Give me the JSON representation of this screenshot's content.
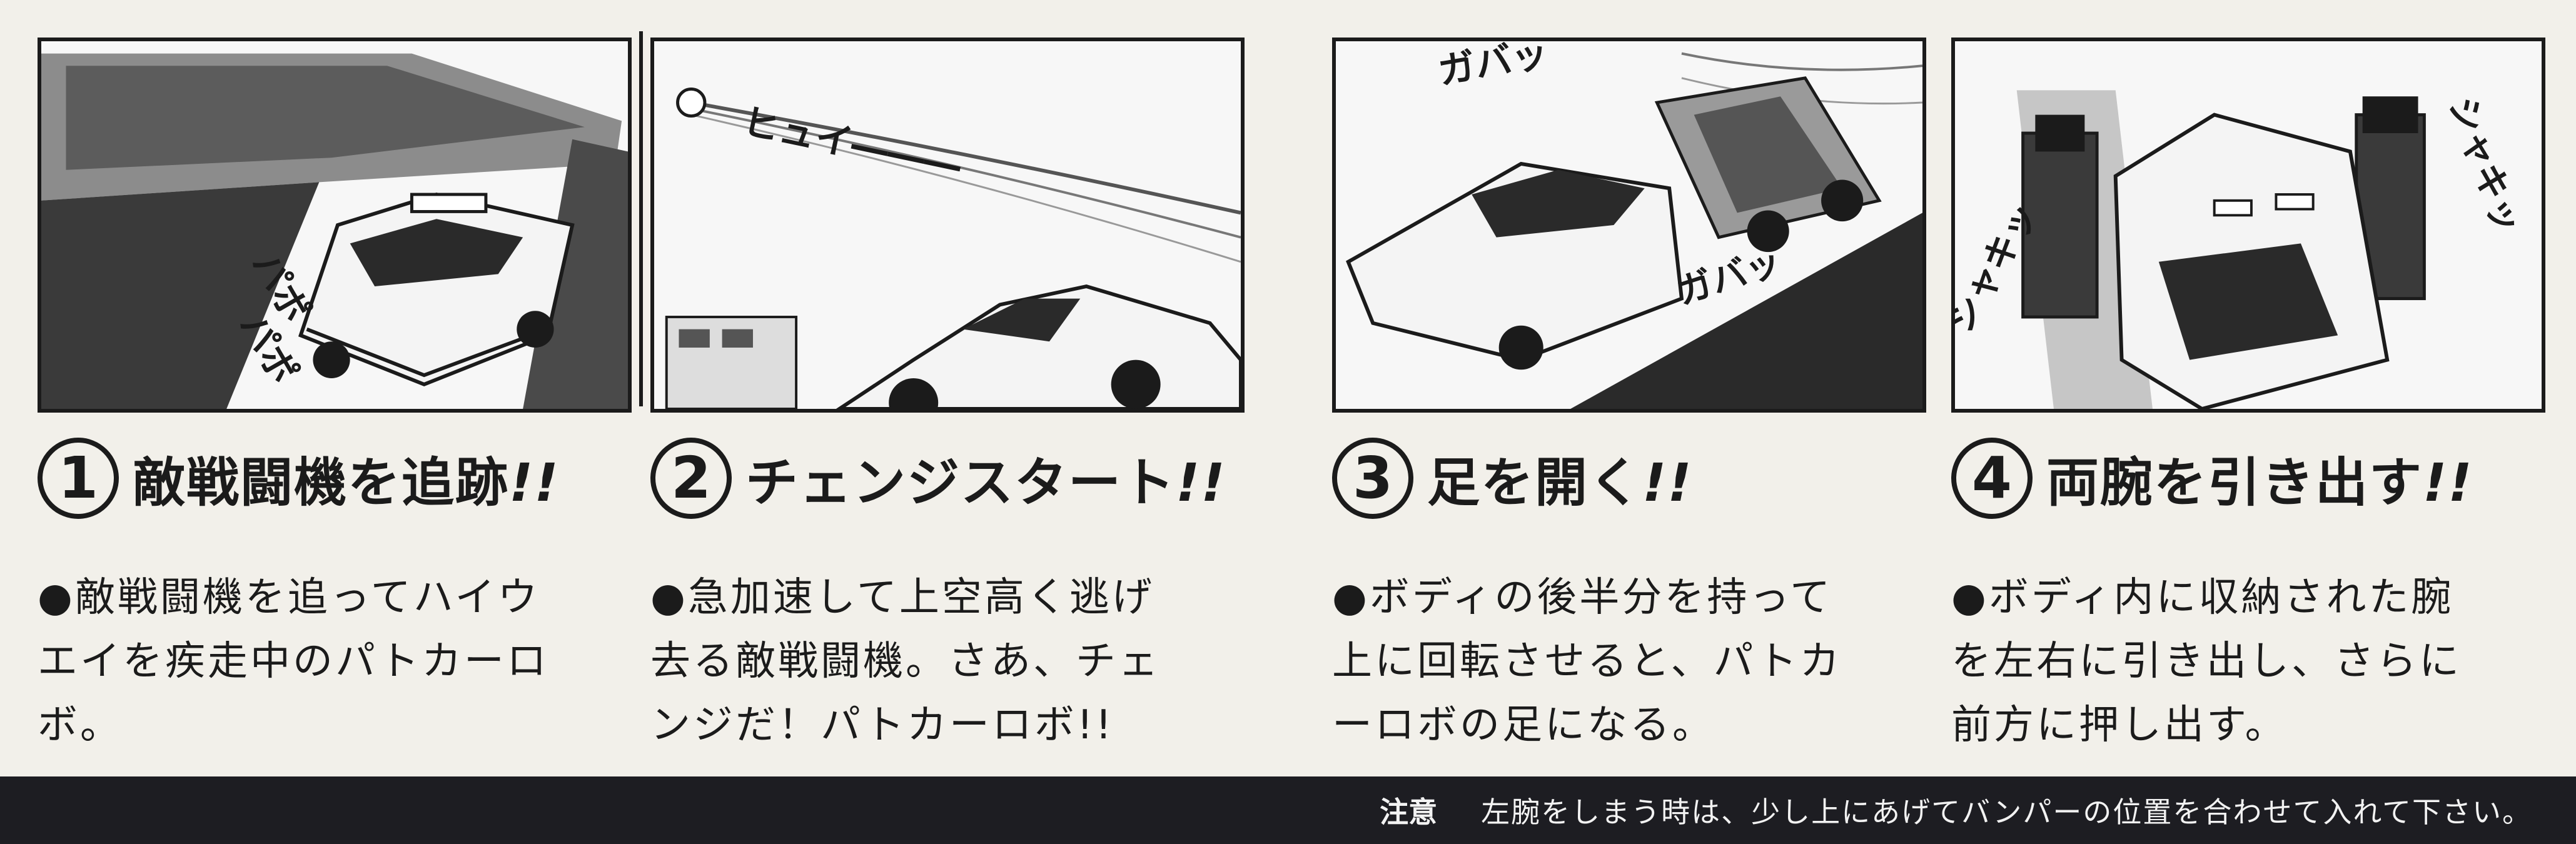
{
  "colors": {
    "ink": "#1b1b1b",
    "paper": "#f2f0ea",
    "footer_bg": "#1d1d22",
    "footer_text": "#f2f2f2"
  },
  "steps": [
    {
      "number": "1",
      "title": "敵戦闘機を追跡",
      "title_mark": "!!",
      "illustration": "police-car-chased-by-jet-icon",
      "body_lines": [
        "●敵戦闘機を追ってハイウ",
        "エイを疾走中のパトカーロ",
        "ボ。"
      ]
    },
    {
      "number": "2",
      "title": "チェンジスタート",
      "title_mark": "!!",
      "illustration": "police-car-accelerating-icon",
      "body_lines": [
        "●急加速して上空高く逃げ",
        "去る敵戦闘機。さあ、チェ",
        "ンジだ！パトカーロボ!!"
      ]
    },
    {
      "number": "3",
      "title": "足を開く",
      "title_mark": "!!",
      "illustration": "car-rear-rotating-icon",
      "body_lines": [
        "●ボディの後半分を持って",
        "上に回転させると、パトカ",
        "ーロボの足になる。"
      ]
    },
    {
      "number": "4",
      "title": "両腕を引き出す",
      "title_mark": "!!",
      "illustration": "arms-extending-icon",
      "body_lines": [
        "●ボディ内に収納された腕",
        "を左右に引き出し、さらに",
        "前方に押し出す。"
      ]
    }
  ],
  "footer": {
    "label": "注意",
    "text": "左腕をしまう時は、少し上にあげてバンパーの位置を合わせて入れて下さい。"
  }
}
